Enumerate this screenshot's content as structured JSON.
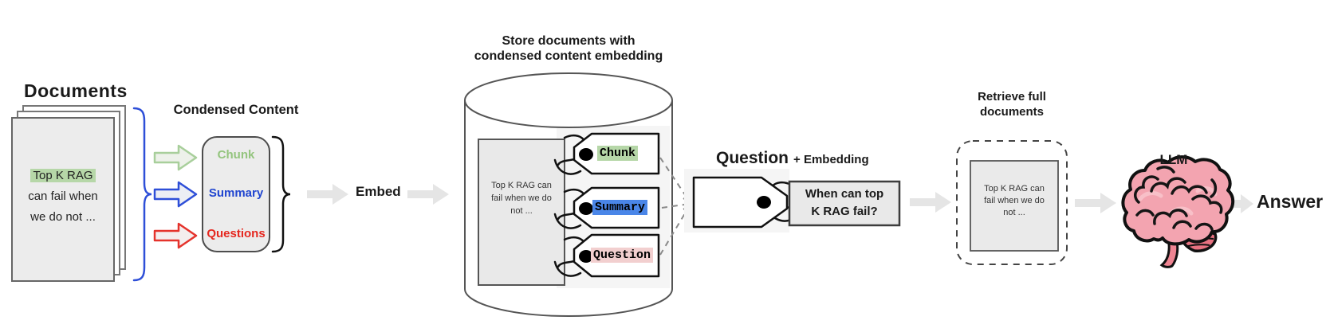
{
  "documents": {
    "title": "Documents",
    "page_highlight": "Top K RAG",
    "page_line2": "can fail when",
    "page_line3": "we do not ..."
  },
  "condensed": {
    "title": "Condensed Content",
    "chunk": "Chunk",
    "summary": "Summary",
    "questions": "Questions"
  },
  "embed": {
    "label": "Embed"
  },
  "store": {
    "title_line1": "Store documents with",
    "title_line2": "condensed content embedding",
    "doc_line1": "Top K RAG can",
    "doc_line2": "fail when we do",
    "doc_line3": "not ...",
    "tag_chunk": "Chunk",
    "tag_summary": "Summary",
    "tag_question": "Question"
  },
  "query": {
    "heading_main": "Question",
    "heading_plus": "+ Embedding",
    "box_line1": "When can top",
    "box_line2": "K RAG fail?"
  },
  "retrieve": {
    "title_line1": "Retrieve full",
    "title_line2": "documents",
    "doc_line1": "Top K RAG can",
    "doc_line2": "fail when we do",
    "doc_line3": "not ..."
  },
  "llm": {
    "label": "LLM"
  },
  "answer": {
    "label": "Answer"
  },
  "colors": {
    "highlight_green": "#b6d7a8",
    "tag_summary_blue": "#4a86e8",
    "tag_question_pink": "#f2cfcf",
    "chunk_text_green": "#93c47d",
    "summary_text_blue": "#2045d0",
    "questions_text_red": "#e5271f",
    "brace_arrow_blue": "#2e4fd8",
    "arrow_green": "#a8cf9b",
    "arrow_red": "#e5332c",
    "gray_arrow": "#e5e5e5",
    "brain_pink": "#f3a4b0"
  }
}
